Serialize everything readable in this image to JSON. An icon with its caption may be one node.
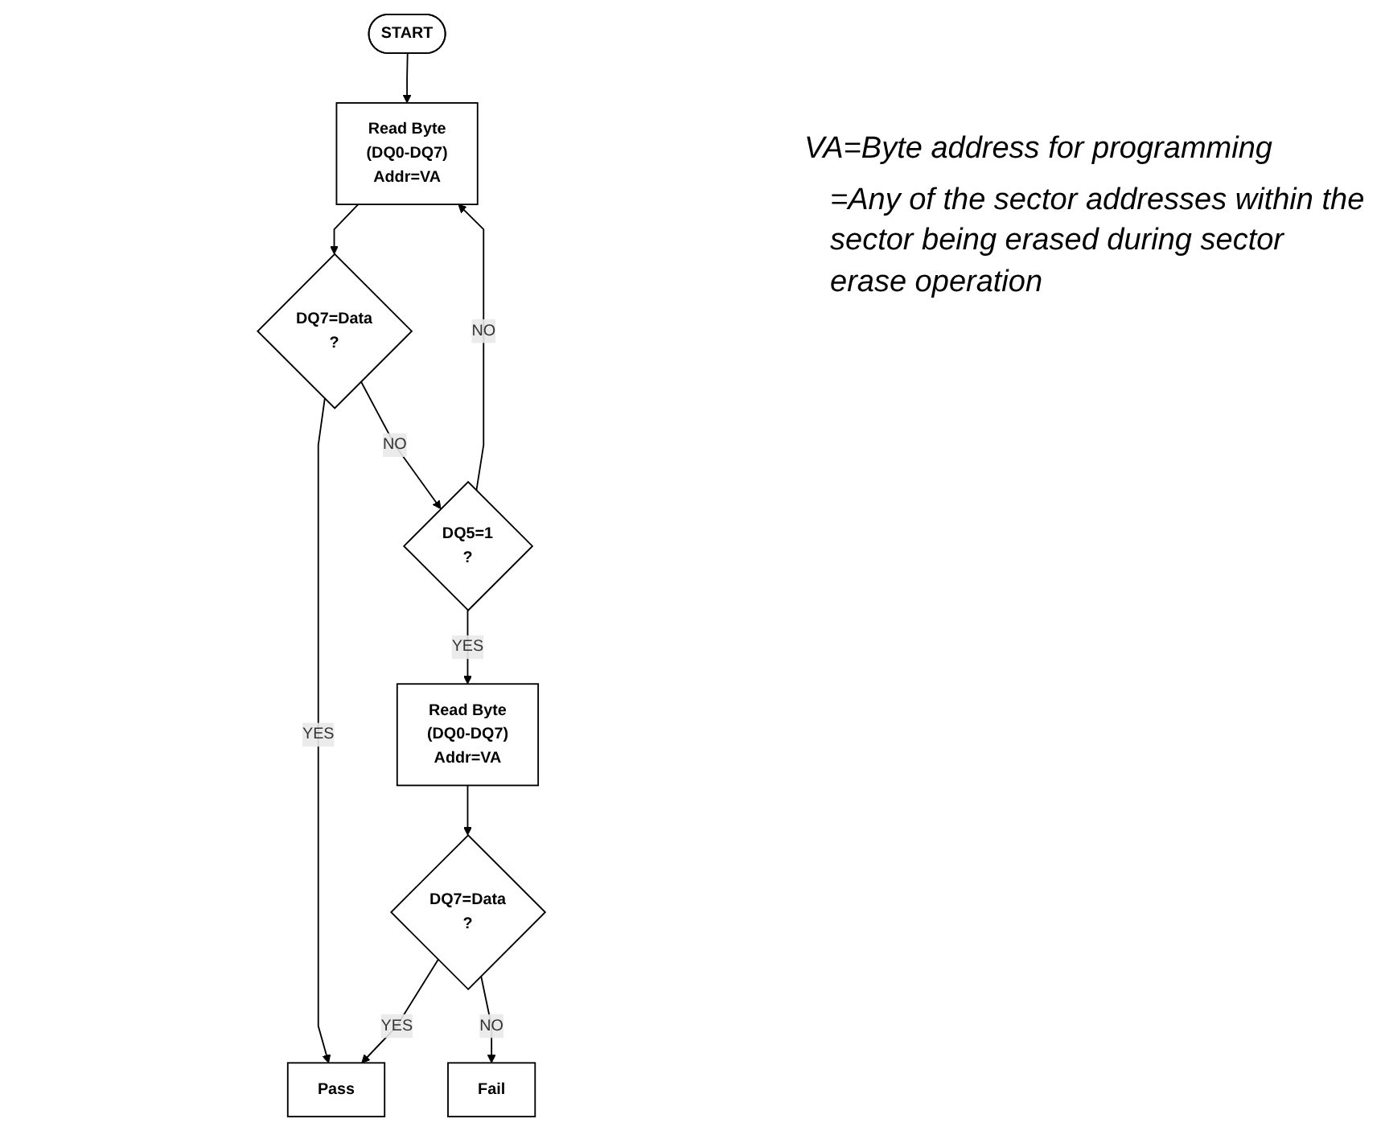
{
  "diagram": {
    "nodes": [
      {
        "text": [
          "START"
        ]
      },
      {
        "text": [
          "Read Byte",
          "(DQ0-DQ7)",
          "Addr=VA"
        ]
      },
      {
        "text": [
          "DQ7=Data",
          "?"
        ]
      },
      {
        "text": [
          "DQ5=1",
          "?"
        ]
      },
      {
        "text": [
          "Read Byte",
          "(DQ0-DQ7)",
          "Addr=VA"
        ]
      },
      {
        "text": [
          "DQ7=Data",
          "?"
        ]
      },
      {
        "text": [
          "Fail"
        ]
      },
      {
        "text": [
          "Pass"
        ]
      }
    ],
    "edges": [
      {
        "from": 0,
        "to": 1,
        "arrow": "to"
      },
      {
        "from": 1,
        "to": 2,
        "arrow": "to"
      },
      {
        "from": 2,
        "to": 7,
        "arrow": "to",
        "label": "YES"
      },
      {
        "from": 2,
        "to": 3,
        "arrow": "to",
        "label": "NO"
      },
      {
        "from": 3,
        "to": 1,
        "arrow": "to",
        "label": "NO"
      },
      {
        "from": 3,
        "to": 4,
        "arrow": "to",
        "label": "YES"
      },
      {
        "from": 4,
        "to": 5,
        "arrow": "to"
      },
      {
        "from": 5,
        "to": 7,
        "arrow": "to",
        "label": "YES"
      },
      {
        "from": 5,
        "to": 6,
        "arrow": "to",
        "label": "NO"
      }
    ],
    "labels": [
      "VA=Byte address for programming",
      "=Any of the sector addresses within the sector being erased during sector erase operation"
    ]
  }
}
